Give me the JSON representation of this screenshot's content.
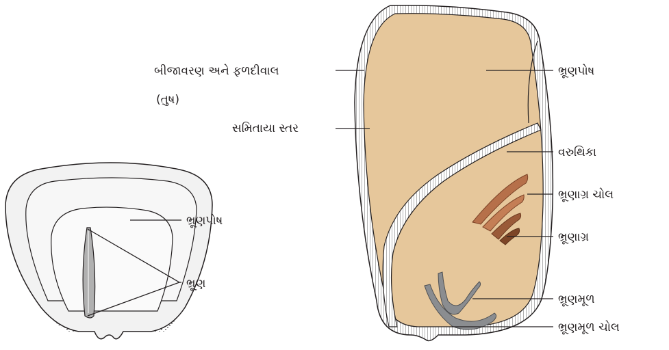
{
  "monocot_seed": {
    "labels": {
      "seed_coat_fruit_wall": "બીજાવરણ અને ફળદીવાલ",
      "husk": "(તુષ)",
      "aleurone_layer": "સમિતાયા સ્તર",
      "endosperm": "ભ્રૂણપોષ",
      "scutellum": "વરુથિકા",
      "coleoptile": "ભ્રૂણાગ્ર ચોલ",
      "plumule": "ભ્રૂણાગ્ર",
      "radicle": "ભ્રૂણમૂળ",
      "coleorhiza": "ભ્રૂણમૂળ ચોલ"
    }
  },
  "dicot_seed": {
    "labels": {
      "endosperm": "ભ્રૂણપોષ",
      "embryo": "ભ્રૂણ"
    }
  },
  "colors": {
    "endosperm_fill": "#e6c79b",
    "outline": "#231f20",
    "coleoptile_brown": "#b6704a",
    "radicle_gray": "#8b8d90",
    "dicot_outer": "#f2f2f2",
    "dicot_inner": "#f7f7f7",
    "embryo_gray": "#b0b0b0"
  }
}
